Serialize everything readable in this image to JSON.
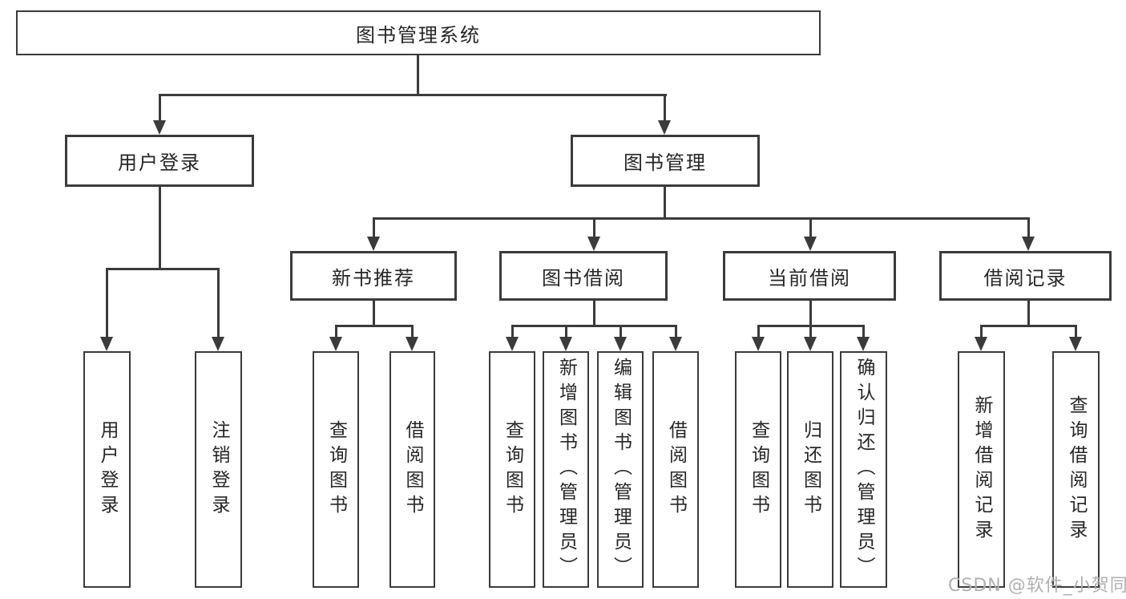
{
  "title": "图书管理系统",
  "level2": {
    "user_login": "用户登录",
    "book_mgmt": "图书管理"
  },
  "level3": {
    "new_books": "新书推荐",
    "borrowing": "图书借阅",
    "current": "当前借阅",
    "records": "借阅记录"
  },
  "leaves": {
    "login": "用户登录",
    "logout": "注销登录",
    "nb_search": "查询图书",
    "nb_borrow": "借阅图书",
    "br_search": "查询图书",
    "br_add": "新增图书（管理员）",
    "br_edit": "编辑图书（管理员）",
    "br_borrow": "借阅图书",
    "cur_search": "查询图书",
    "cur_return": "归还图书",
    "cur_confirm": "确认归还（管理员）",
    "rec_add": "新增借阅记录",
    "rec_search": "查询借阅记录"
  },
  "watermark": "CSDN @软件_小贺同学",
  "colors": {
    "line": "#3b3b3b",
    "text": "#262626",
    "watermark": "#b0b0b0",
    "background": "#ffffff"
  }
}
